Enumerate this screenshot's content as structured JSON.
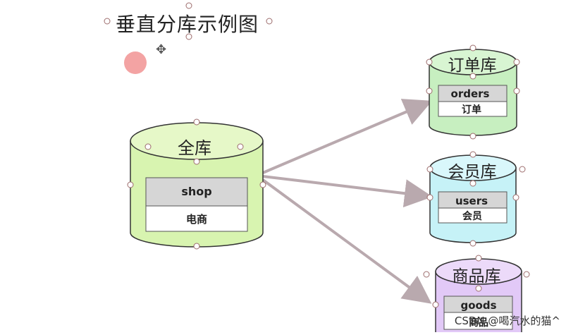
{
  "title": "垂直分库示例图",
  "watermark": "CSDN @喝汽水的猫^",
  "colors": {
    "arrow": "#b9a9ae",
    "handle_stroke": "#9c6b6b",
    "pink_dot": "#f3a3a3"
  },
  "databases": {
    "main": {
      "name": "全库",
      "table_name": "shop",
      "table_desc": "电商",
      "fill": "#d8f4b0",
      "top_fill": "#e6f8c8",
      "stroke": "#333333"
    },
    "orders": {
      "name": "订单库",
      "table_name": "orders",
      "table_desc": "订单",
      "fill": "#c7efc0",
      "top_fill": "#d8f5d2",
      "stroke": "#333333"
    },
    "users": {
      "name": "会员库",
      "table_name": "users",
      "table_desc": "会员",
      "fill": "#c6f2f7",
      "top_fill": "#d9f7fb",
      "stroke": "#333333"
    },
    "goods": {
      "name": "商品库",
      "table_name": "goods",
      "table_desc": "商品",
      "fill": "#e2c9f7",
      "top_fill": "#ecdaf9",
      "stroke": "#333333"
    }
  }
}
